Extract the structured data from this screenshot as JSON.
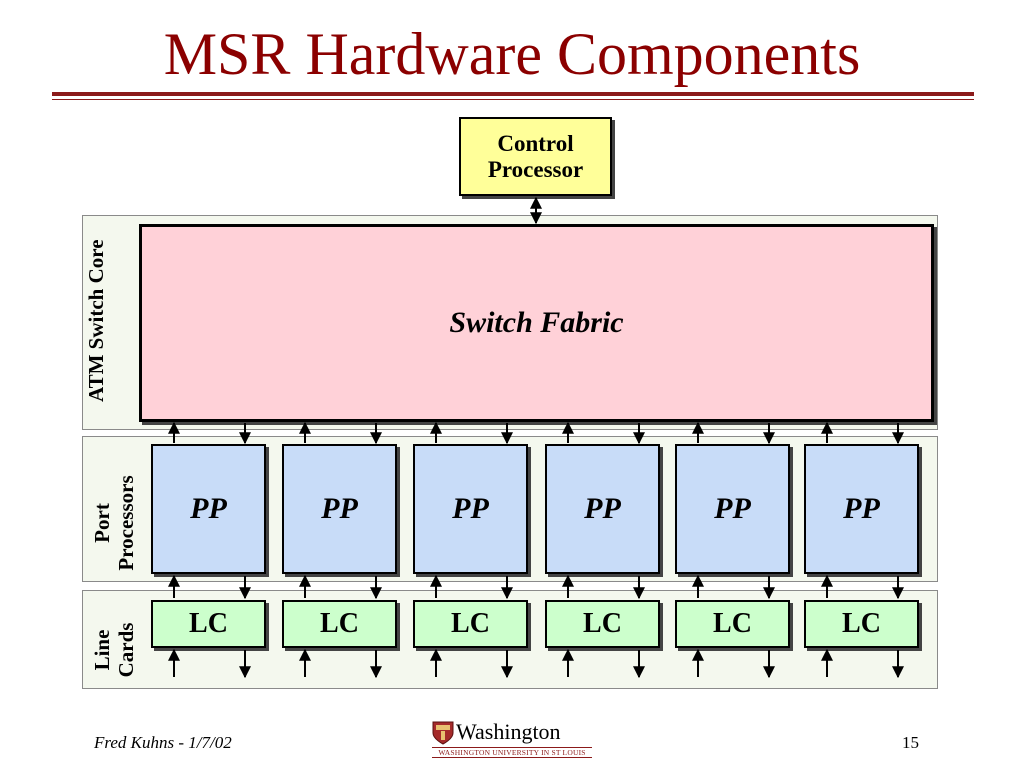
{
  "slide": {
    "title": "MSR Hardware Components",
    "footer_author": "Fred Kuhns - 1/7/02",
    "page_number": "15",
    "logo": {
      "name": "Washington",
      "subtitle": "WASHINGTON UNIVERSITY IN ST LOUIS",
      "icon": "university-shield-icon"
    },
    "accent_color": "#8b1a1a"
  },
  "diagram": {
    "control_processor": [
      "Control",
      "Processor"
    ],
    "atm_core_label": "ATM Switch Core",
    "switch_fabric": "Switch Fabric",
    "port_processors_label": [
      "Port",
      "Processors"
    ],
    "line_cards_label": [
      "Line",
      "Cards"
    ],
    "port_processors": [
      "PP",
      "PP",
      "PP",
      "PP",
      "PP",
      "PP"
    ],
    "line_cards": [
      "LC",
      "LC",
      "LC",
      "LC",
      "LC",
      "LC"
    ],
    "colors": {
      "control_processor": "#ffff99",
      "switch_fabric": "#ffd1d8",
      "port_processor": "#c8dcf8",
      "line_card": "#ccffcc",
      "panel_background": "#f4f8ee"
    }
  }
}
